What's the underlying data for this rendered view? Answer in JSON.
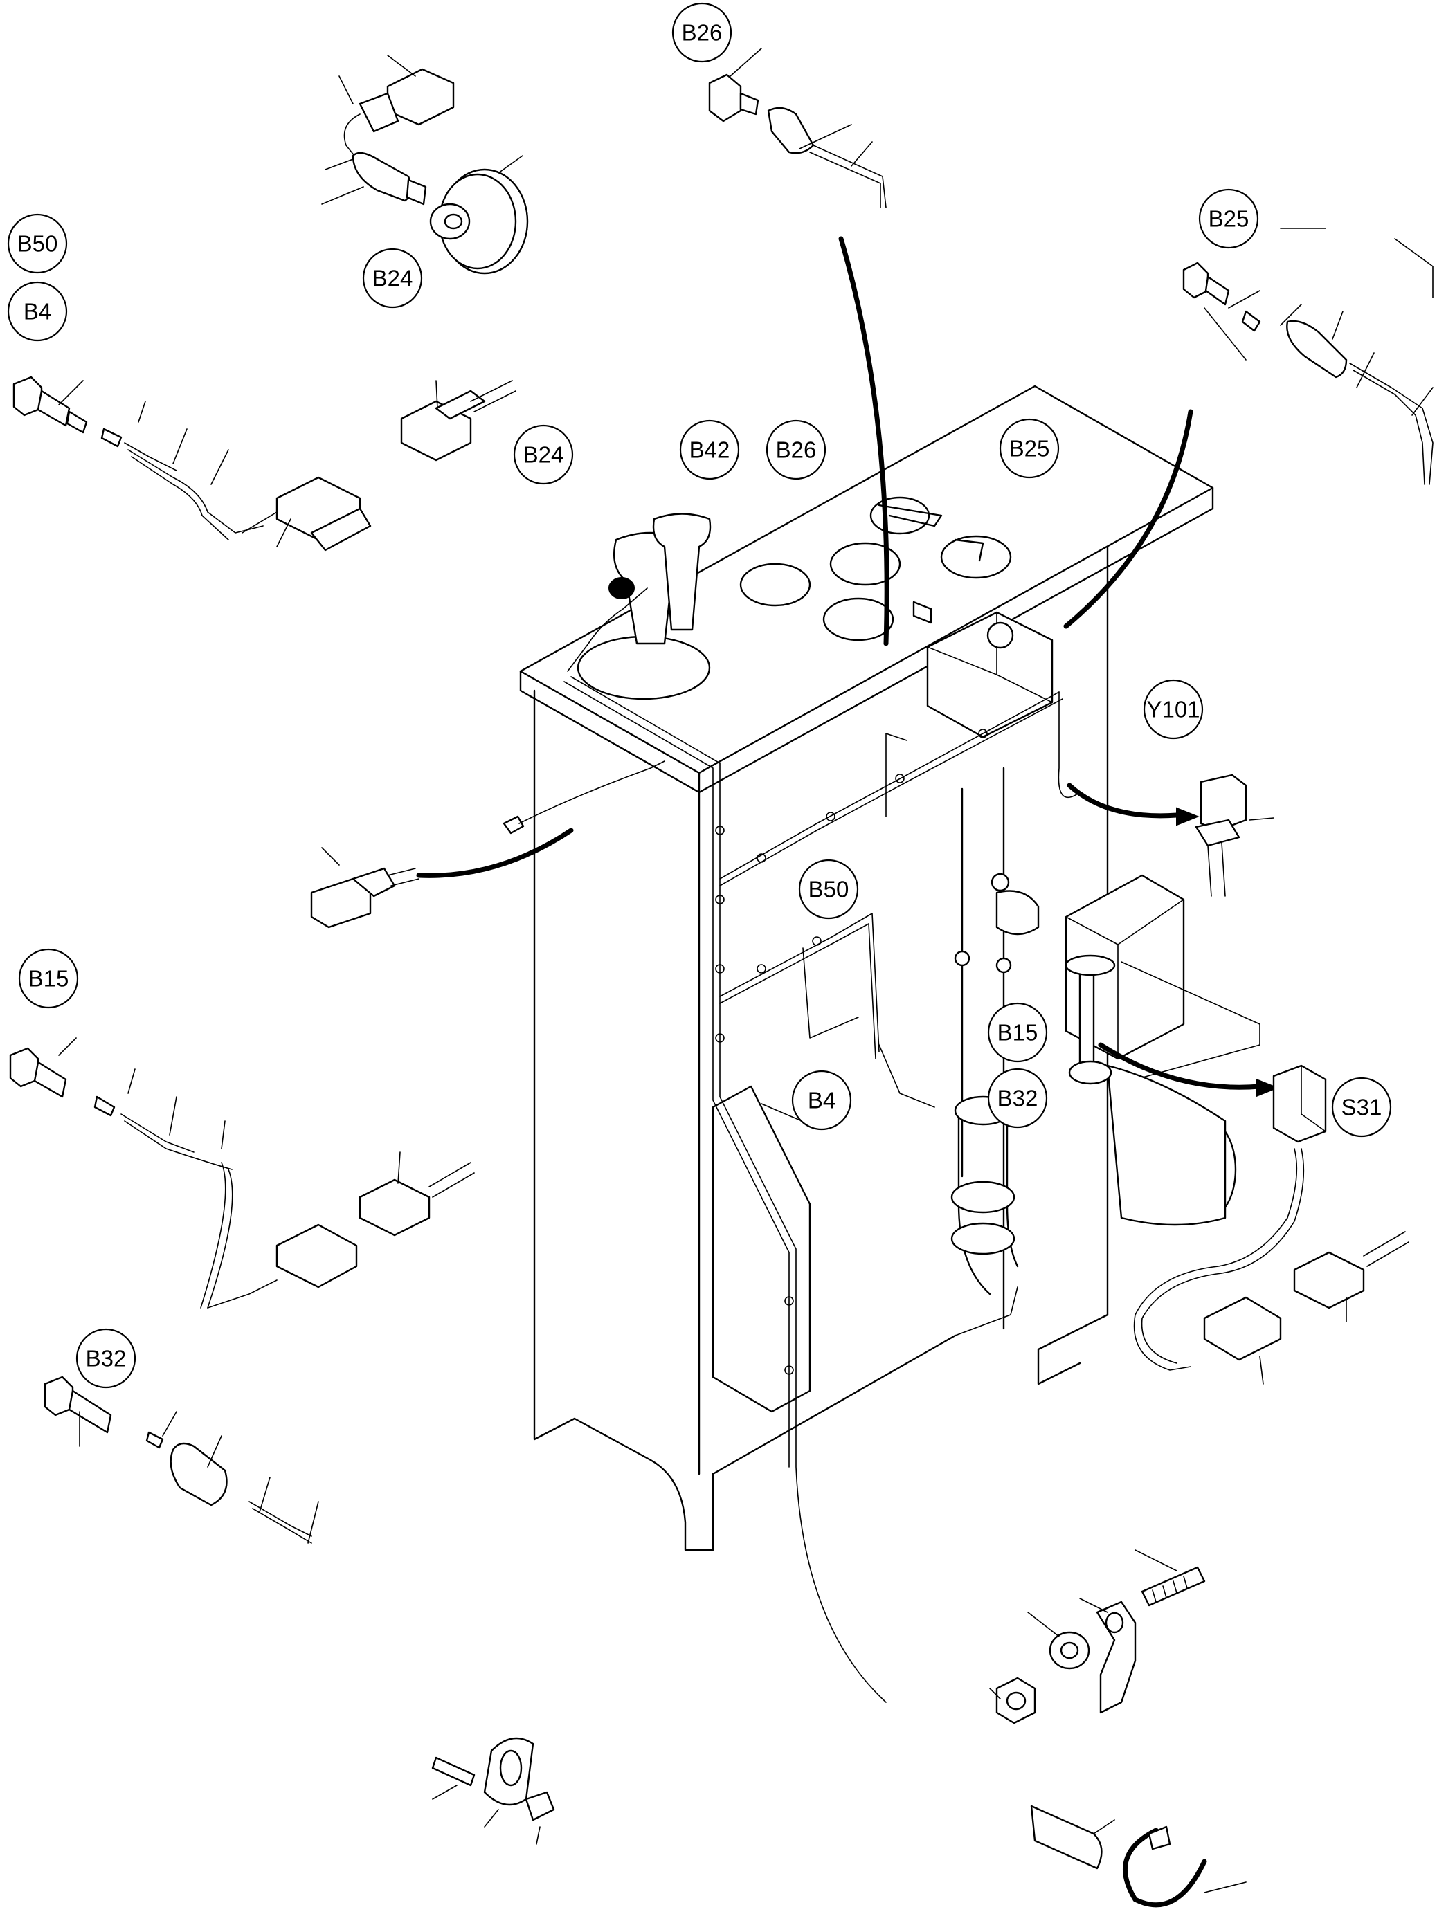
{
  "callouts": [
    {
      "id": "B26",
      "label": "B26"
    },
    {
      "id": "B50",
      "label": "B50"
    },
    {
      "id": "B4",
      "label": "B4"
    },
    {
      "id": "B24",
      "label": "B24"
    },
    {
      "id": "B25",
      "label": "B25"
    },
    {
      "id": "B24-main",
      "label": "B24"
    },
    {
      "id": "B42",
      "label": "B42"
    },
    {
      "id": "B26-main",
      "label": "B26"
    },
    {
      "id": "B25-main",
      "label": "B25"
    },
    {
      "id": "Y101",
      "label": "Y101"
    },
    {
      "id": "B50-main",
      "label": "B50"
    },
    {
      "id": "B15",
      "label": "B15"
    },
    {
      "id": "B15-main",
      "label": "B15"
    },
    {
      "id": "B32-main",
      "label": "B32"
    },
    {
      "id": "B4-main",
      "label": "B4"
    },
    {
      "id": "S31",
      "label": "S31"
    },
    {
      "id": "B32",
      "label": "B32"
    }
  ]
}
